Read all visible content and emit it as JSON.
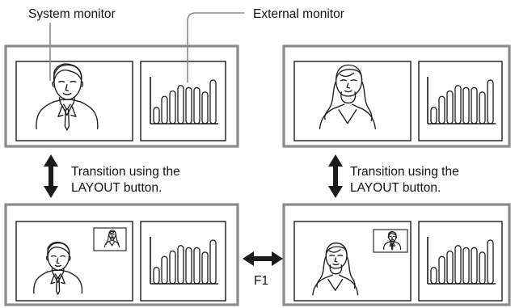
{
  "labels": {
    "system_monitor": "System monitor",
    "external_monitor": "External monitor",
    "transition_left_line1": "Transition using the",
    "transition_left_line2": "LAYOUT button.",
    "transition_right_line1": "Transition using the",
    "transition_right_line2": "LAYOUT button.",
    "f1": "F1"
  },
  "bar_chart_icon": {
    "values": [
      3,
      5,
      6,
      7,
      6.6,
      6.6,
      5.8,
      8
    ]
  }
}
